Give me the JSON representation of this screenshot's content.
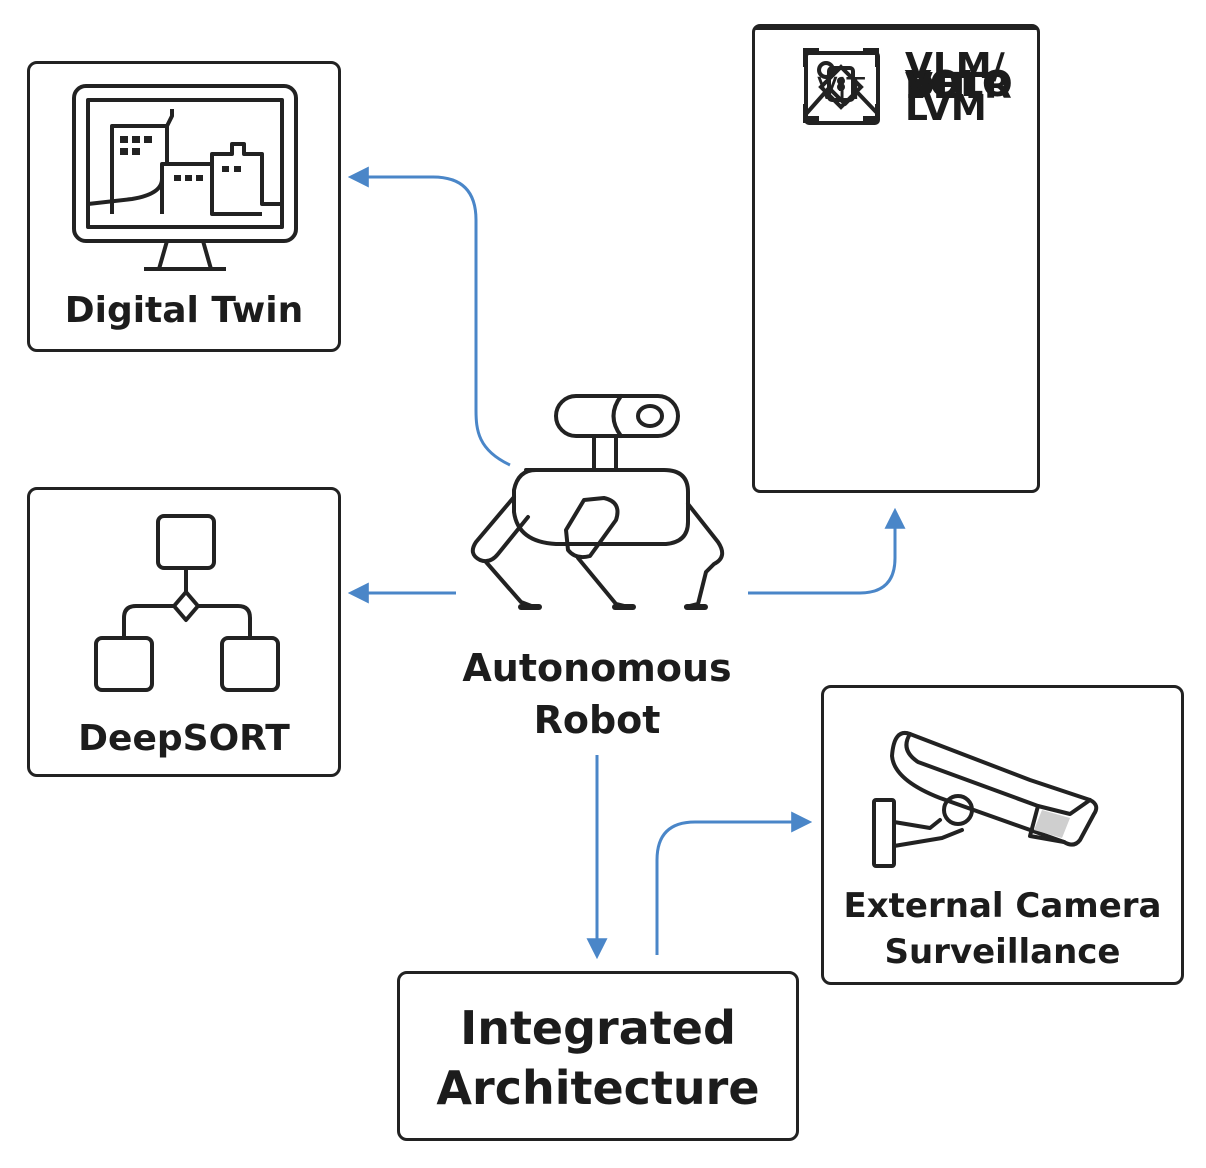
{
  "nodes": {
    "digital_twin": "Digital Twin",
    "deepsort": "DeepSORT",
    "robot_line1": "Autonomous",
    "robot_line2": "Robot",
    "integrated_line1": "Integrated",
    "integrated_line2": "Architecture",
    "camera_line1": "External Camera",
    "camera_line2": "Surveillance"
  },
  "models": [
    {
      "label": "YOLO",
      "icon": "bounding-box-icon"
    },
    {
      "label": "DETR",
      "icon": "diamond-target-icon"
    },
    {
      "label": "VIT",
      "icon": "vit-icon",
      "icon_text": "VIT"
    },
    {
      "label_line1": "VLM/",
      "label_line2": "LVM",
      "icon": "image-icon"
    }
  ],
  "colors": {
    "arrow": "#4a86c8",
    "stroke": "#222222"
  }
}
